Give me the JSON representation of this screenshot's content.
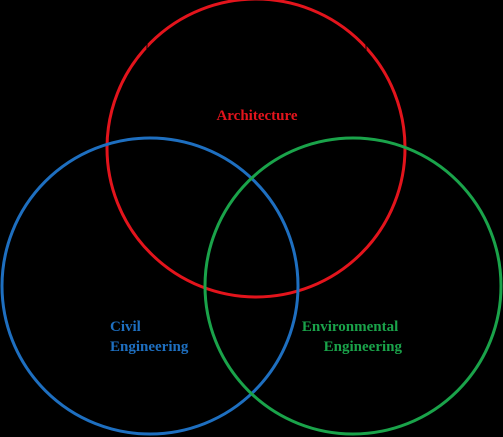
{
  "diagram": {
    "type": "venn",
    "background": "#000000",
    "sets": [
      {
        "id": "architecture",
        "label_lines": [
          "Architecture"
        ],
        "color": "#e3141c"
      },
      {
        "id": "civil",
        "label_lines": [
          "Civil",
          "Engineering"
        ],
        "color": "#1e6fc0"
      },
      {
        "id": "environmental",
        "label_lines": [
          "Environmental",
          "Engineering"
        ],
        "color": "#1aa34a"
      }
    ]
  }
}
